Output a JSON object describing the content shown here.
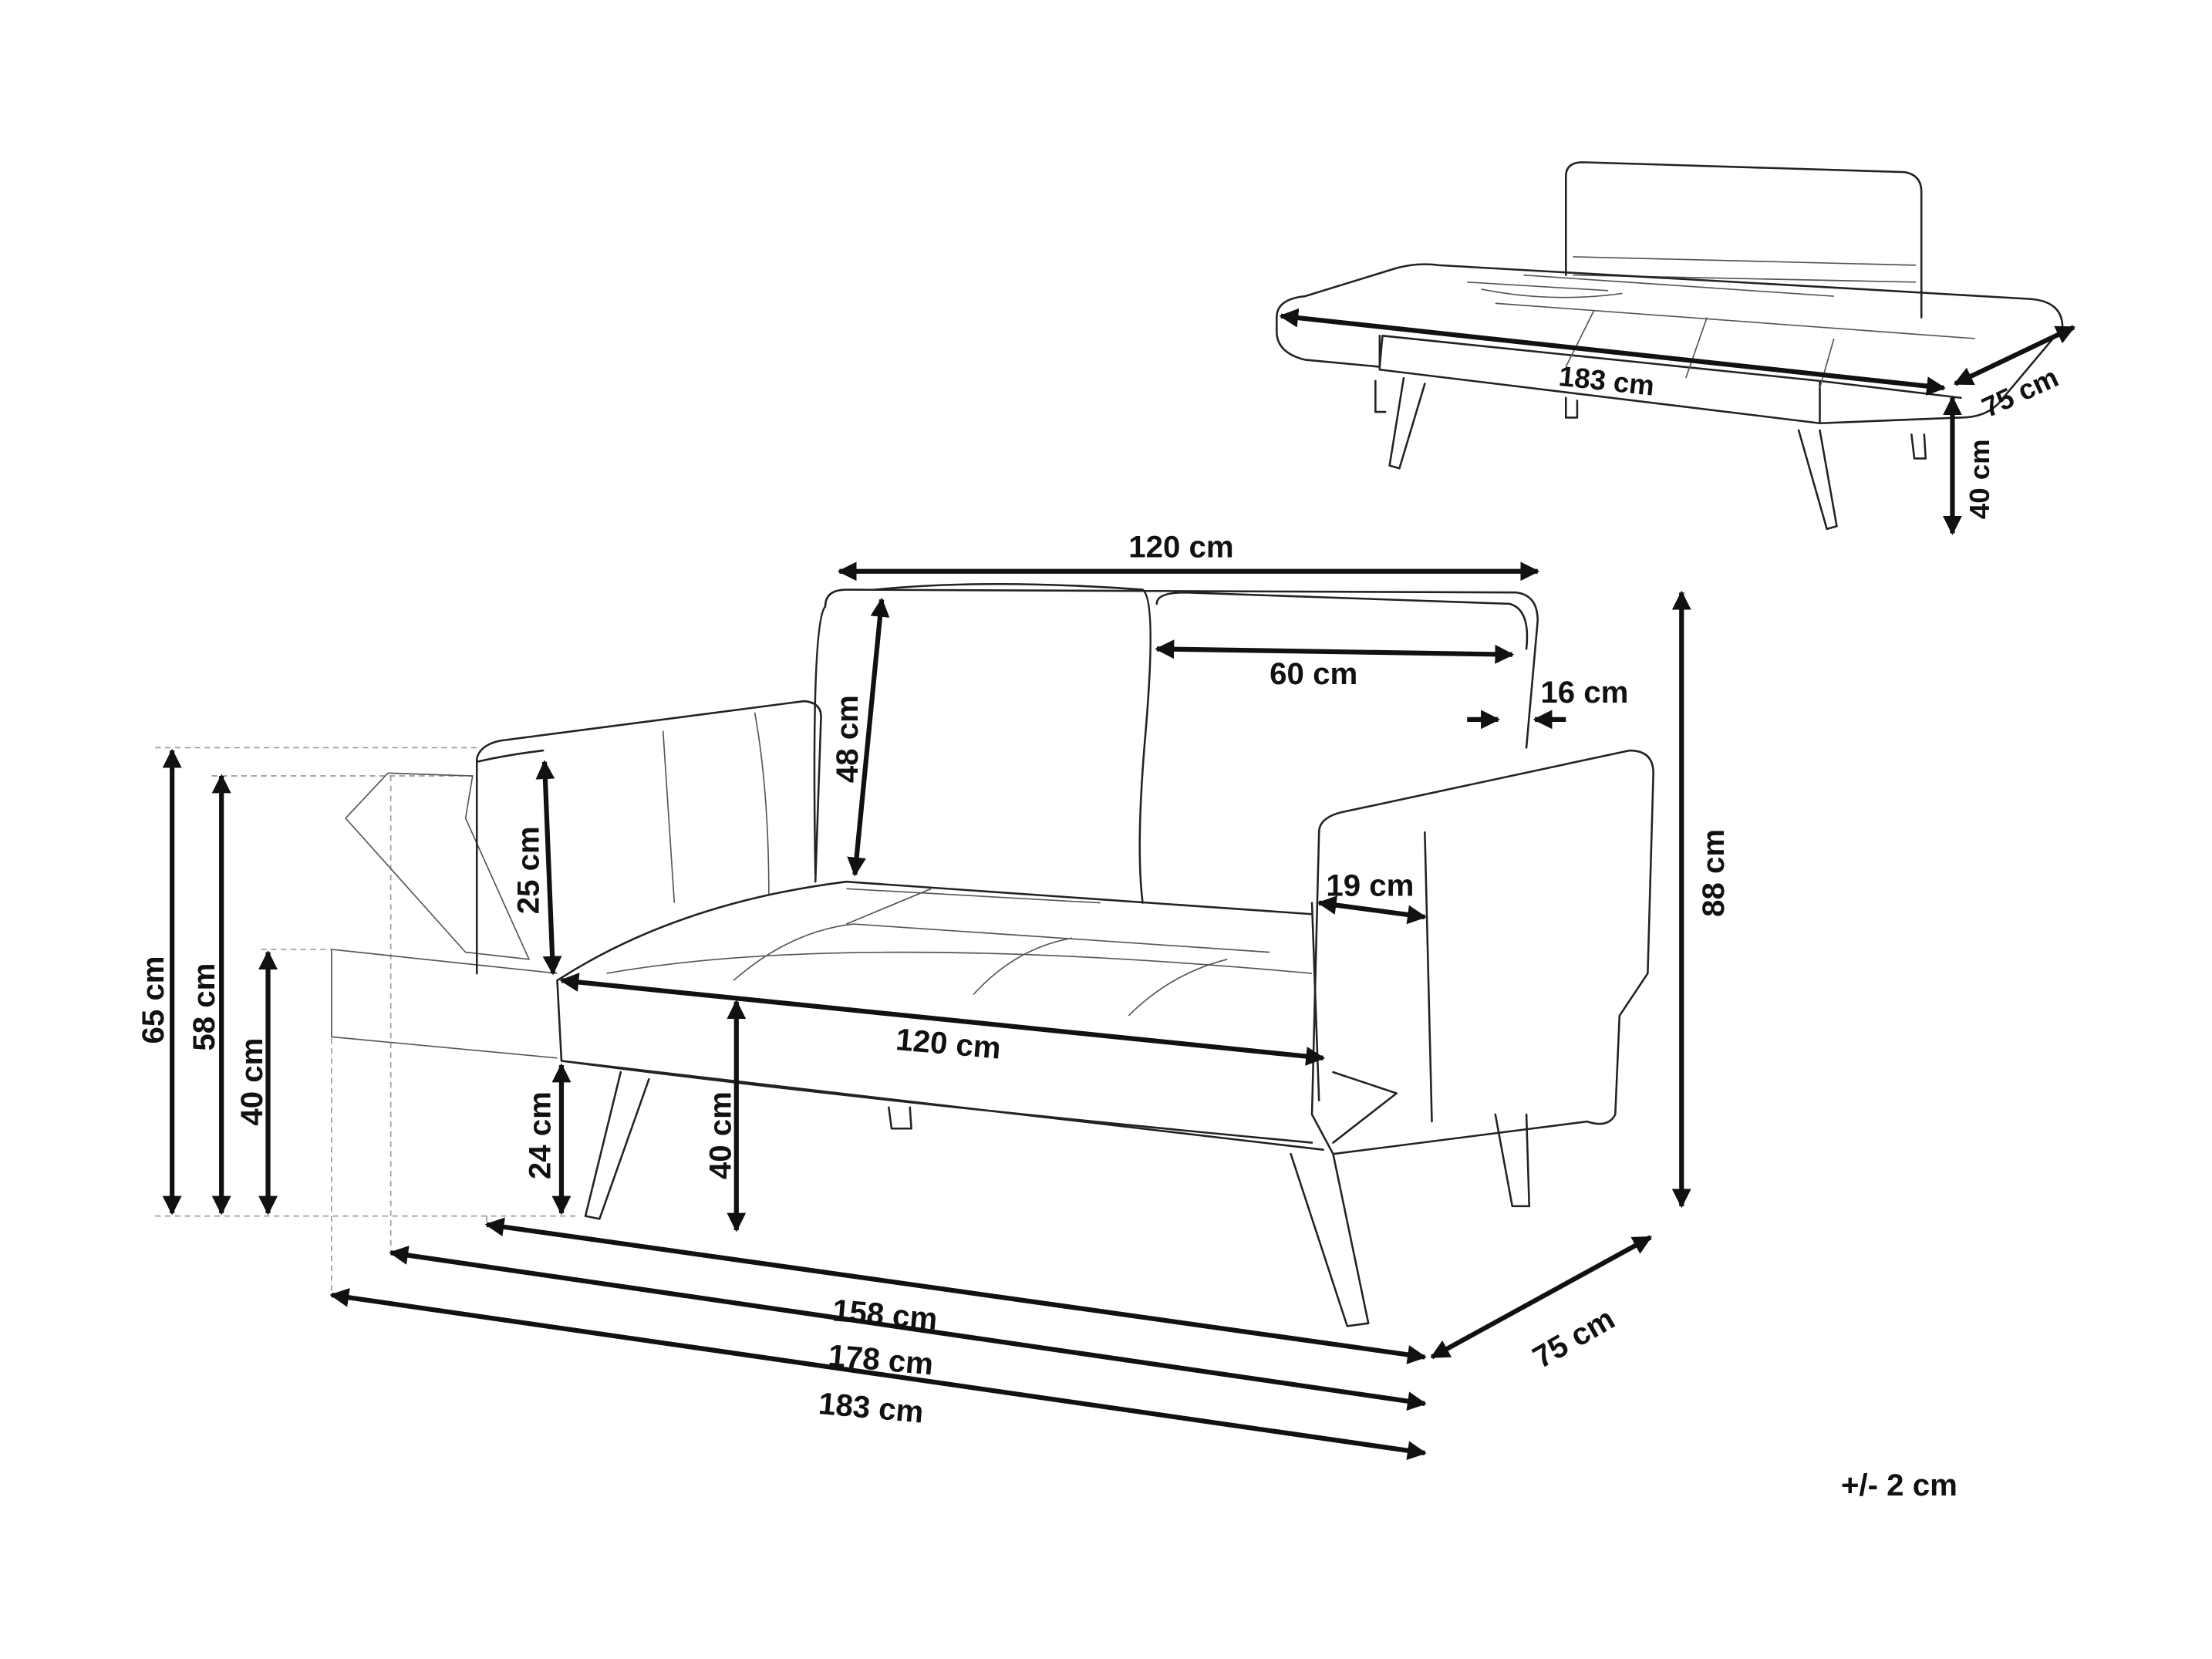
{
  "main_view": {
    "backrest_width": "120 cm",
    "cushion_width": "60 cm",
    "backrest_depth": "16 cm",
    "backrest_height": "48 cm",
    "armrest_height": "25 cm",
    "armrest_width": "19 cm",
    "total_height": "88 cm",
    "seat_width": "120 cm",
    "seat_height": "40 cm",
    "leg_height": "24 cm",
    "reclined_armrest_height": "65 cm",
    "armrest_top_height": "58 cm",
    "lowered_armrest_height": "40 cm",
    "width_upright": "158 cm",
    "width_half_reclined": "178 cm",
    "width_flat": "183 cm",
    "depth": "75 cm"
  },
  "bed_view": {
    "length": "183 cm",
    "depth": "75 cm",
    "height": "40 cm"
  },
  "tolerance": "+/- 2 cm"
}
